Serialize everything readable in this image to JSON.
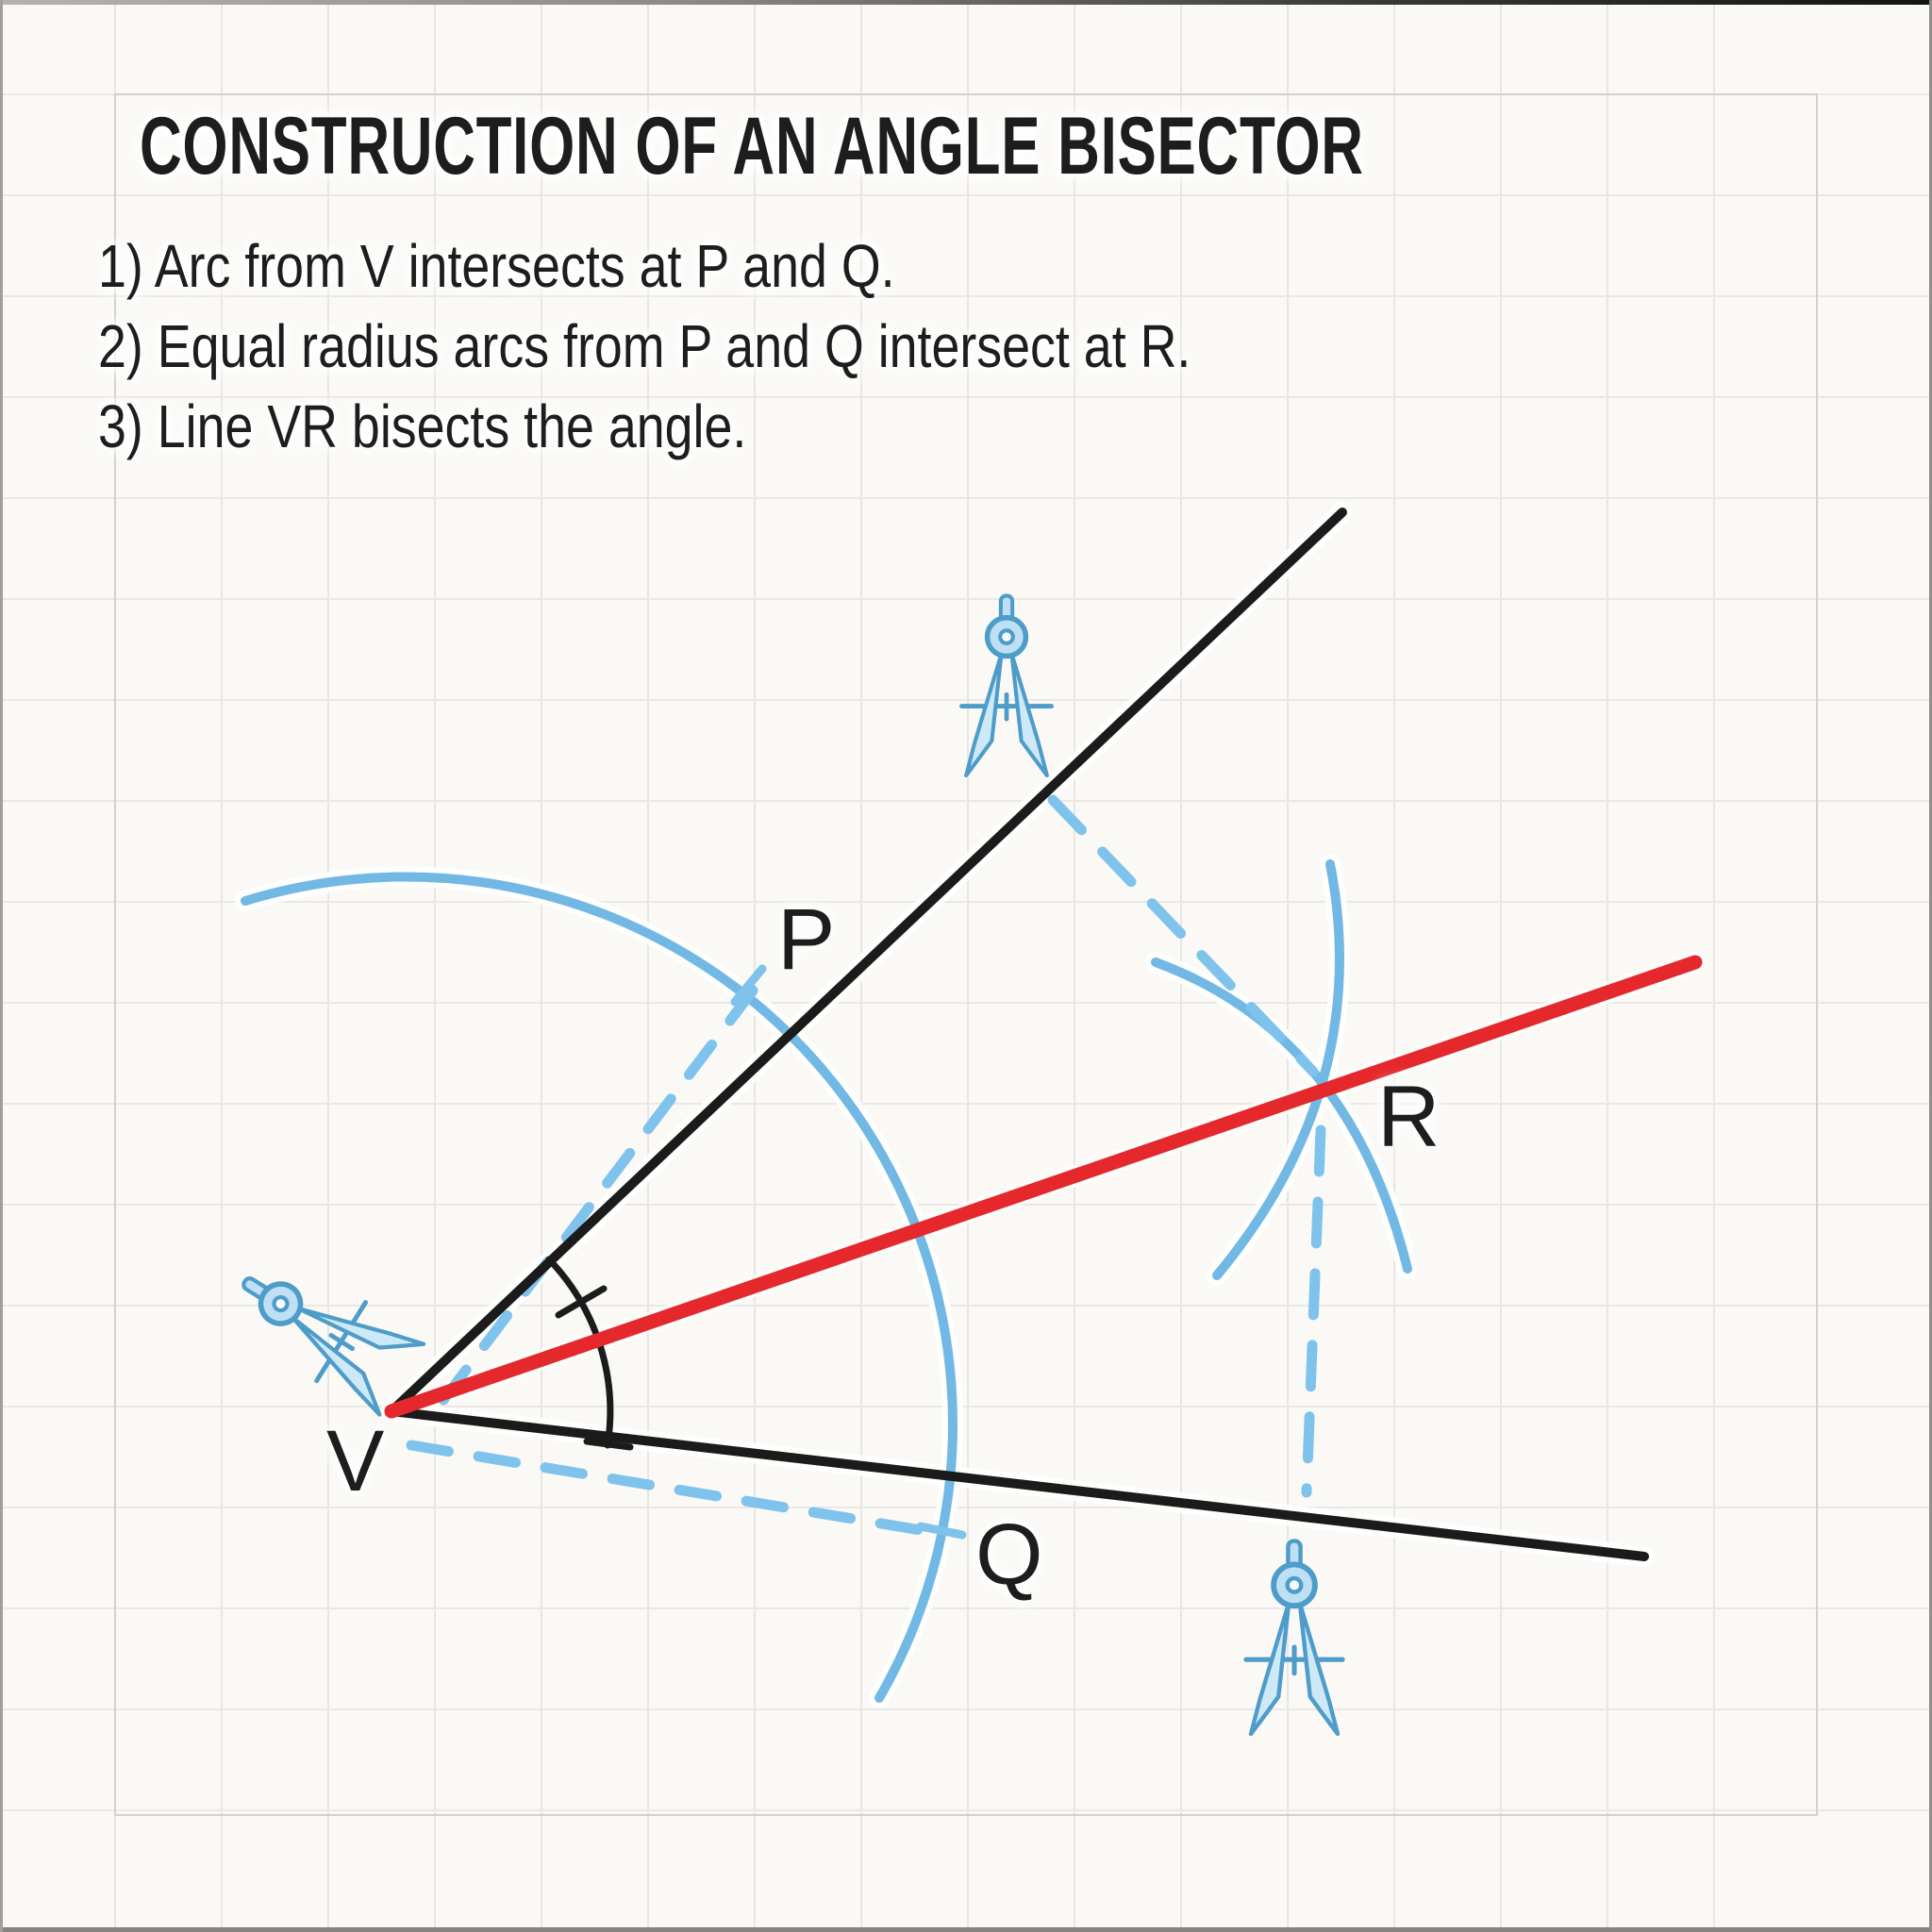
{
  "title": "CONSTRUCTION OF AN ANGLE BISECTOR",
  "steps": [
    "1) Arc from V intersects at P and Q.",
    "2) Equal radius arcs from P and Q intersect at R.",
    "3) Line VR bisects the angle."
  ],
  "diagram": {
    "labels": {
      "vertex": "V",
      "upper_intersection": "P",
      "lower_intersection": "Q",
      "bisector_point": "R"
    },
    "icons": {
      "compass": "drafting-compass-icon"
    },
    "colors": {
      "ray_black": "#1b1b1b",
      "bisector_red": "#e5282c",
      "arc_blue": "#72b8e4",
      "dashed_blue": "#7fc3ec",
      "compass_fill": "#bfe0f4",
      "compass_stroke": "#4e9cc9",
      "grid_line": "#e8e6e2",
      "paper": "#faf9f6"
    }
  }
}
